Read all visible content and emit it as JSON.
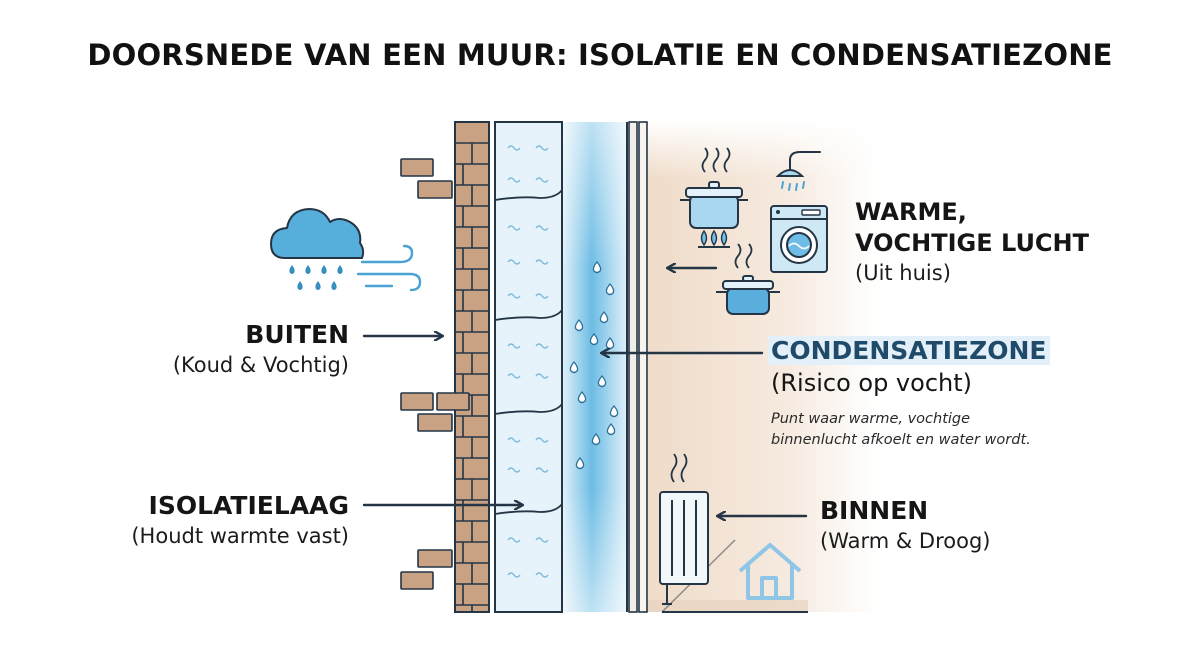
{
  "title": "DOORSNEDE VAN EEN MUUR: ISOLATIE EN CONDENSATIEZONE",
  "labels": {
    "outside_title": "BUITEN",
    "outside_sub": "(Koud & Vochtig)",
    "insulation_title": "ISOLATIELAAG",
    "insulation_sub": "(Houdt warmte vast)",
    "warm_air_line1": "WARME,",
    "warm_air_line2": "VOCHTIGE LUCHT",
    "warm_air_sub": "(Uit huis)",
    "condensation_title": "CONDENSATIEZONE",
    "condensation_sub": "(Risico op vocht)",
    "condensation_desc_line1": "Punt waar warme, vochtige",
    "condensation_desc_line2": "binnenlucht afkoelt en water wordt.",
    "inside_title": "BINNEN",
    "inside_sub": "(Warm & Droog)"
  },
  "icons": [
    "rain-cloud-icon",
    "wind-icon",
    "steaming-pot-icon",
    "gas-burner-icon",
    "shower-icon",
    "washing-machine-icon",
    "radiator-icon",
    "house-icon"
  ],
  "colors": {
    "brick": "#c9a284",
    "outline": "#243545",
    "insulation": "#e6f3fa",
    "condensation": "#7cc3e6",
    "warm_interior": "#f3e2d2",
    "accent_blue": "#4aa3d3",
    "highlight_bg": "#e4f0f9",
    "highlight_text": "#1f4a6a"
  }
}
